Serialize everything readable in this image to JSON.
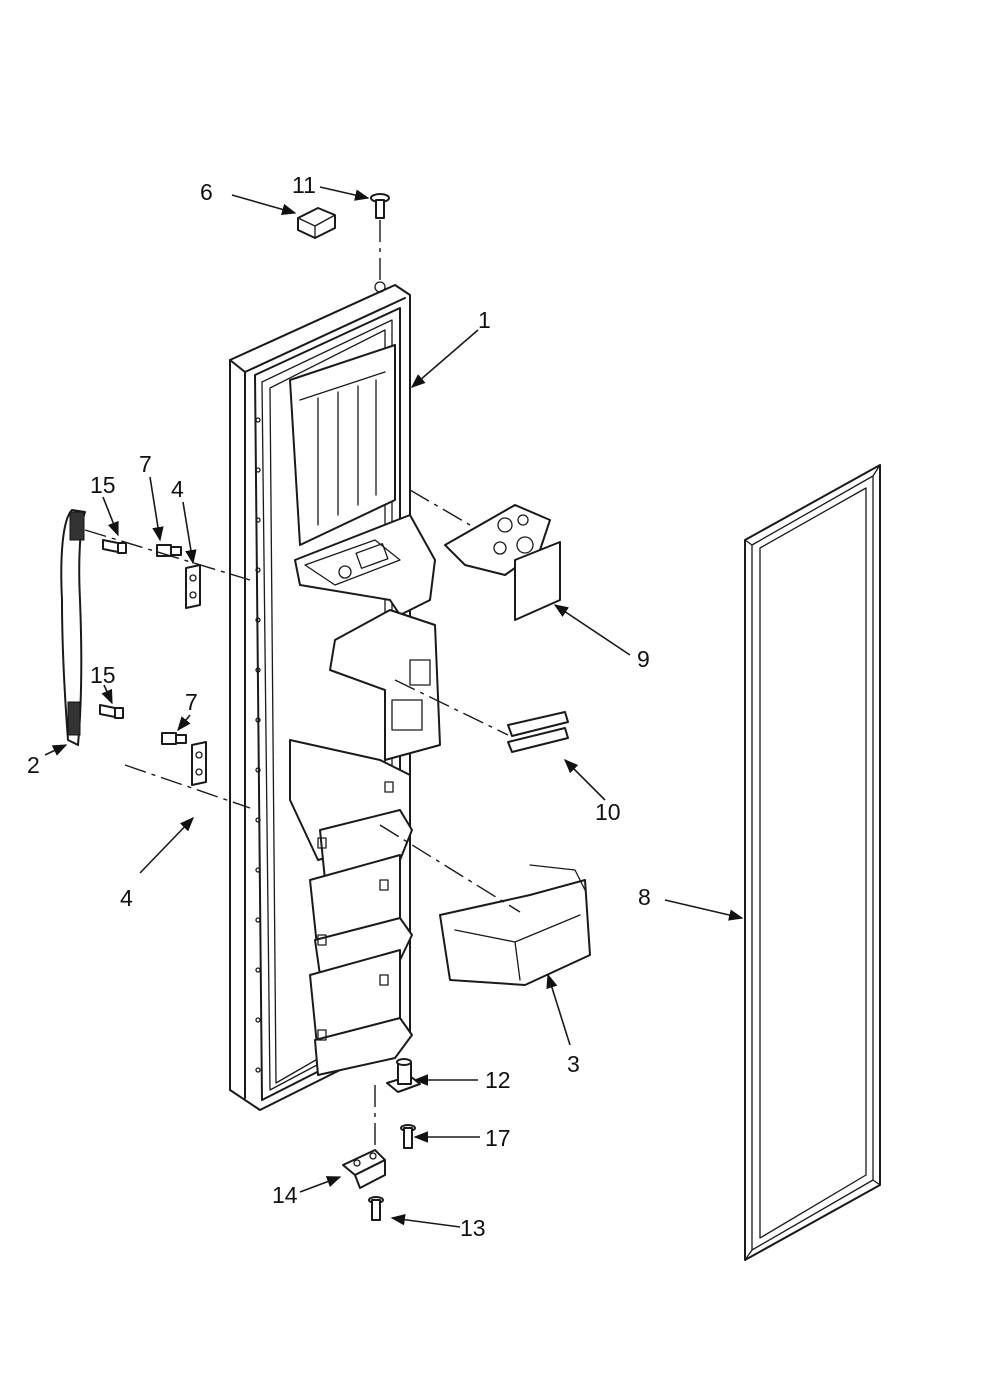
{
  "diagram": {
    "callouts": [
      {
        "id": "c6",
        "label": "6"
      },
      {
        "id": "c11",
        "label": "11"
      },
      {
        "id": "c1",
        "label": "1"
      },
      {
        "id": "c7a",
        "label": "7"
      },
      {
        "id": "c15a",
        "label": "15"
      },
      {
        "id": "c4a",
        "label": "4"
      },
      {
        "id": "c15b",
        "label": "15"
      },
      {
        "id": "c7b",
        "label": "7"
      },
      {
        "id": "c2",
        "label": "2"
      },
      {
        "id": "c4b",
        "label": "4"
      },
      {
        "id": "c9",
        "label": "9"
      },
      {
        "id": "c10",
        "label": "10"
      },
      {
        "id": "c8",
        "label": "8"
      },
      {
        "id": "c3",
        "label": "3"
      },
      {
        "id": "c12",
        "label": "12"
      },
      {
        "id": "c17",
        "label": "17"
      },
      {
        "id": "c14",
        "label": "14"
      },
      {
        "id": "c13",
        "label": "13"
      }
    ]
  }
}
